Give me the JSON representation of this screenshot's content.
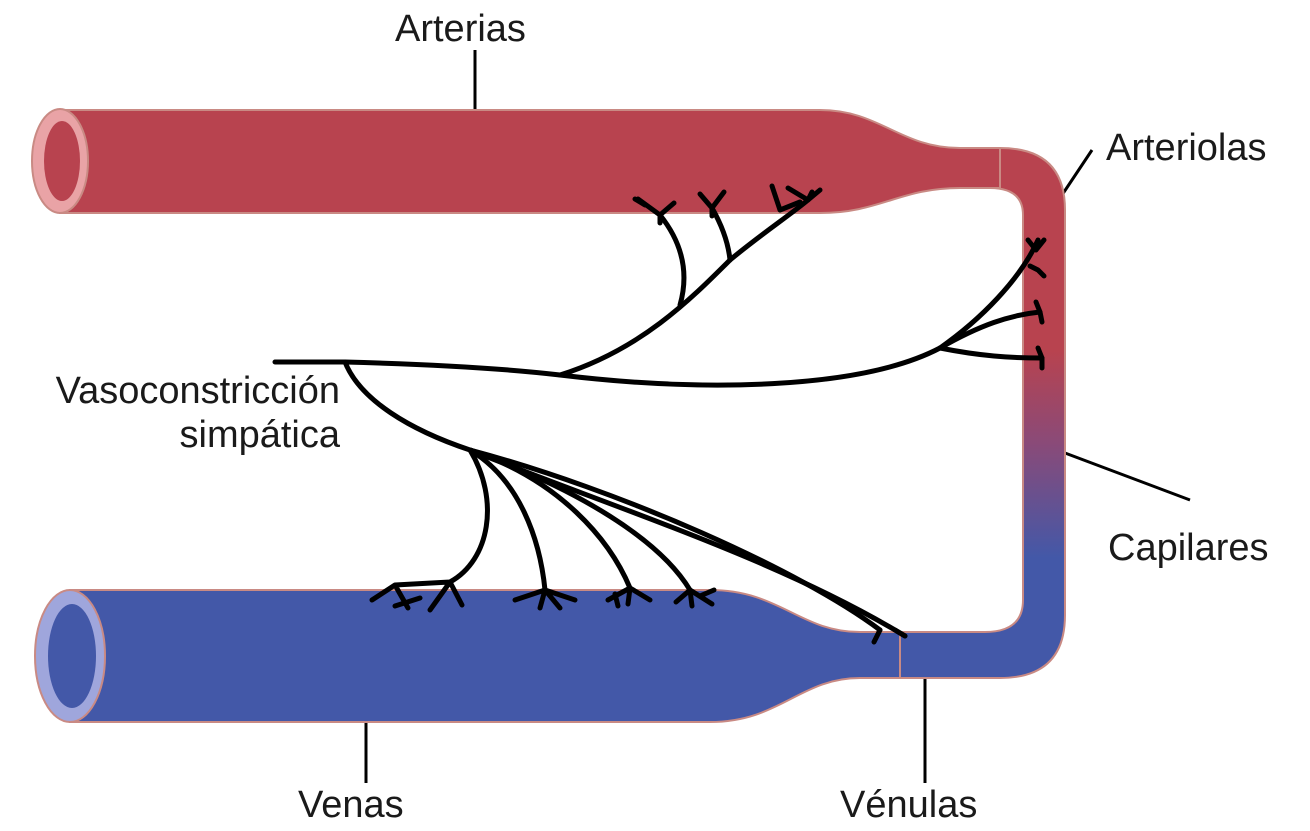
{
  "labels": {
    "arterias": "Arterias",
    "arteriolas": "Arteriolas",
    "vasoconstriccion_line1": "Vasoconstricción",
    "vasoconstriccion_line2": "simpática",
    "capilares": "Capilares",
    "venas": "Venas",
    "venulas": "Vénulas"
  },
  "colors": {
    "artery": "#b8434f",
    "artery_lumen": "#e9a3a6",
    "vein": "#4358a8",
    "vein_lumen": "#9fa6dc",
    "vessel_outline": "#c98a84",
    "nerve": "#000000"
  }
}
